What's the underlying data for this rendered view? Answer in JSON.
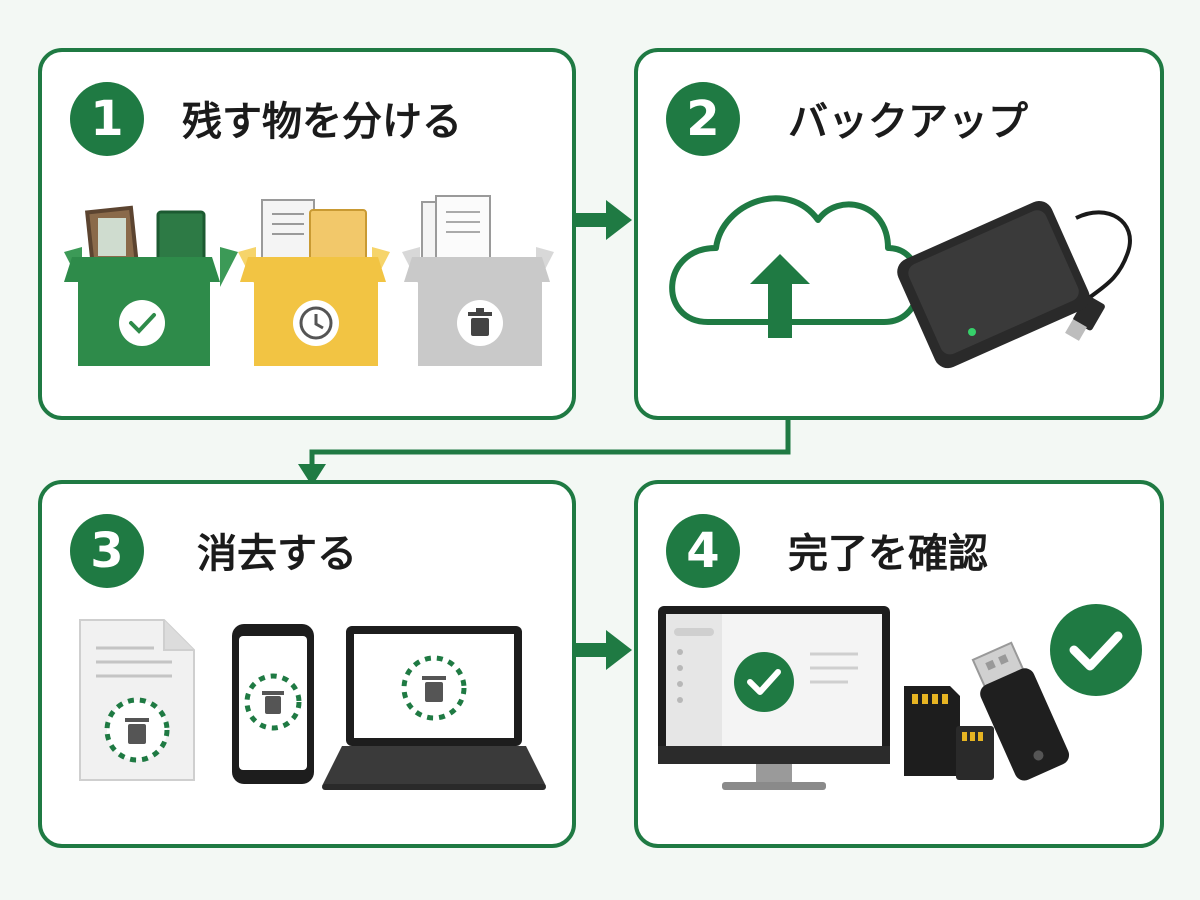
{
  "steps": [
    {
      "number": "1",
      "title": "残す物を分ける"
    },
    {
      "number": "2",
      "title": "バックアップ"
    },
    {
      "number": "3",
      "title": "消去する"
    },
    {
      "number": "4",
      "title": "完了を確認"
    }
  ],
  "colors": {
    "accent": "#1f7a43",
    "panel_background": "#ffffff",
    "page_background": "#f3f8f4",
    "keep_box": "#2e8b4a",
    "later_box": "#f2c443",
    "discard_box": "#c9c9c9"
  },
  "icons": {
    "keep_box": "check-icon",
    "later_box": "clock-icon",
    "discard_box": "trash-icon",
    "backup_cloud": "cloud-upload-icon",
    "backup_drive": "external-drive-icon",
    "erase_targets": [
      "document-icon",
      "smartphone-icon",
      "laptop-icon"
    ],
    "complete": "check-circle-icon"
  }
}
